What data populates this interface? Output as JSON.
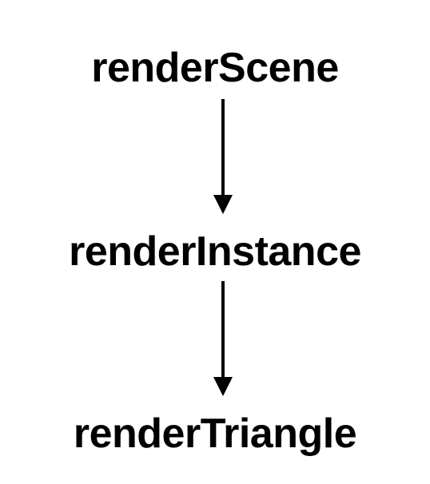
{
  "diagram": {
    "nodes": [
      {
        "id": "n0",
        "label": "renderScene"
      },
      {
        "id": "n1",
        "label": "renderInstance"
      },
      {
        "id": "n2",
        "label": "renderTriangle"
      }
    ],
    "edges": [
      {
        "from": "n0",
        "to": "n1",
        "style": "arrow-down"
      },
      {
        "from": "n1",
        "to": "n2",
        "style": "arrow-down"
      }
    ],
    "colors": {
      "text": "#000000",
      "arrow": "#000000",
      "background": "#ffffff"
    }
  }
}
